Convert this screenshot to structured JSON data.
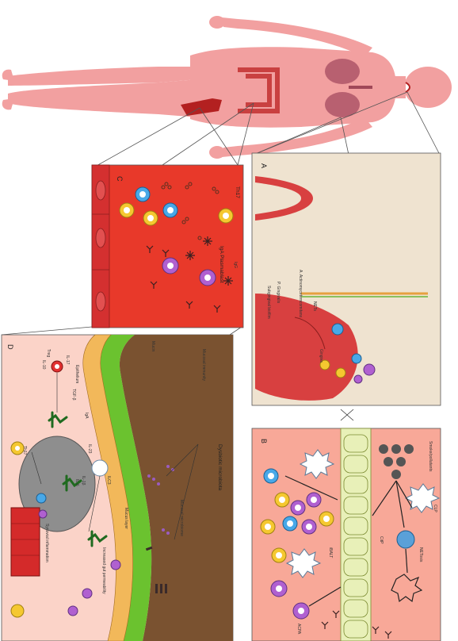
{
  "colors": {
    "body": "#f2a0a0",
    "organ_red": "#b32020",
    "panel_c_bg": "#e8392a",
    "panel_d_bg": "#fbd3c8",
    "panel_b_bg": "#f8a898",
    "panel_a_bg": "#efe3d0",
    "gut_brown": "#7a5230",
    "mucus_green": "#6bc22f"
  },
  "panels": {
    "A": {
      "letter": "A",
      "labels": [
        "P. Gingivalis",
        "A. Actinomycetemcomitans",
        "NETs",
        "Subgingival biofilm",
        "Gingiva"
      ]
    },
    "B": {
      "letter": "B",
      "labels": [
        "Smoke/pollutants",
        "CLP",
        "NETosis",
        "CitP",
        "iBALT",
        "ACPA"
      ]
    },
    "C": {
      "letter": "C",
      "labels": [
        "Th17",
        "IgG",
        "IgA Plasmablast"
      ]
    },
    "D": {
      "letter": "D",
      "labels": [
        "Dysbiotic microbiota",
        "Mucin",
        "Mucosal microbiome",
        "Mucus layer",
        "Epithelium",
        "IL-17",
        "Th17",
        "Treg",
        "IL-10",
        "IgA",
        "TGF-β",
        "IL-23",
        "IL-1β",
        "IL-6",
        "ILC3",
        "Synovial inflammation",
        "Increased gut permeability",
        "Mucosal immunity"
      ]
    }
  }
}
